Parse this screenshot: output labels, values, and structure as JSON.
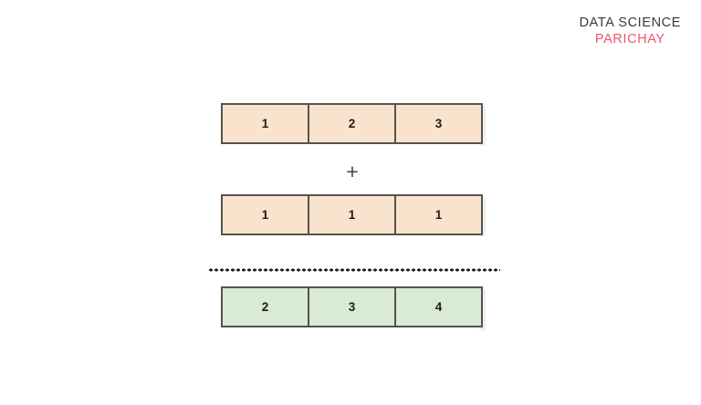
{
  "brand": {
    "line1": "DATA SCIENCE",
    "line2": "PARICHAY",
    "accent_color": "#f05668",
    "text_color": "#3a3a3a"
  },
  "diagram": {
    "title": "",
    "operator": "+",
    "separator": "dotted-line",
    "background_color": "#ffffff",
    "operand_fill_color": "#fae3cc",
    "result_fill_color": "#d9ebd2",
    "border_color": "#58524d",
    "rows": [
      {
        "role": "operand-a",
        "fill": "peach",
        "values": [
          "1",
          "2",
          "3"
        ]
      },
      {
        "role": "operand-b",
        "fill": "peach",
        "values": [
          "1",
          "1",
          "1"
        ]
      },
      {
        "role": "result",
        "fill": "green",
        "values": [
          "2",
          "3",
          "4"
        ]
      }
    ]
  }
}
